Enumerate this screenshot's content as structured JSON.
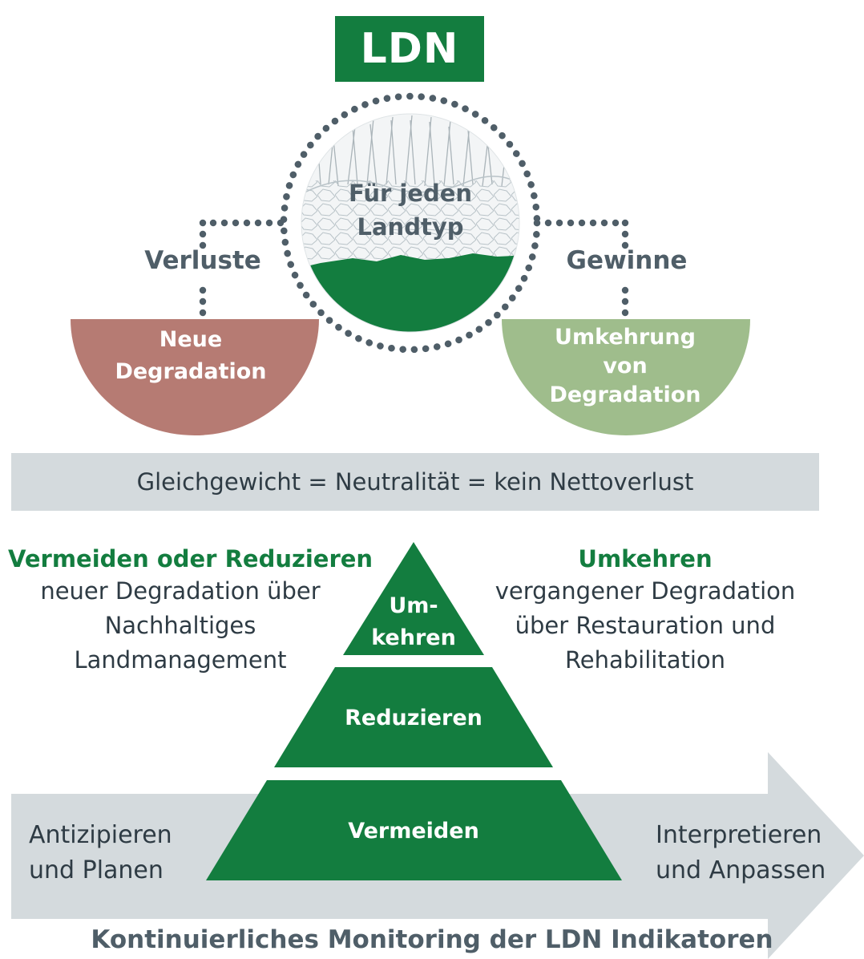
{
  "title": "LDN",
  "circle_label": [
    "Für jeden",
    "Landtyp"
  ],
  "left": {
    "side_label": "Verluste",
    "bowl_lines": [
      "Neue",
      "Degradation"
    ]
  },
  "right": {
    "side_label": "Gewinne",
    "bowl_lines": [
      "Umkehrung",
      "von",
      "Degradation"
    ]
  },
  "balance": "Gleichgewicht = Neutralität = kein Nettoverlust",
  "left_block": {
    "heading": "Vermeiden oder Reduzieren",
    "lines": [
      "neuer Degradation über",
      "Nachhaltiges",
      "Landmanagement"
    ]
  },
  "right_block": {
    "heading": "Umkehren",
    "lines": [
      "vergangener Degradation",
      "über Restauration und",
      "Rehabilitation"
    ]
  },
  "pyramid": {
    "top": [
      "Um-",
      "kehren"
    ],
    "middle": "Reduzieren",
    "bottom": "Vermeiden"
  },
  "arrow": {
    "left_lines": [
      "Antizipieren",
      "und Planen"
    ],
    "right_lines": [
      "Interpretieren",
      "und Anpassen"
    ]
  },
  "footer": "Kontinuierliches Monitoring der LDN Indikatoren",
  "colors": {
    "green": "#137d3f",
    "loss": "#b67b73",
    "gain": "#9fbd8c",
    "band": "#d4dadd",
    "text": "#2e3b44"
  }
}
